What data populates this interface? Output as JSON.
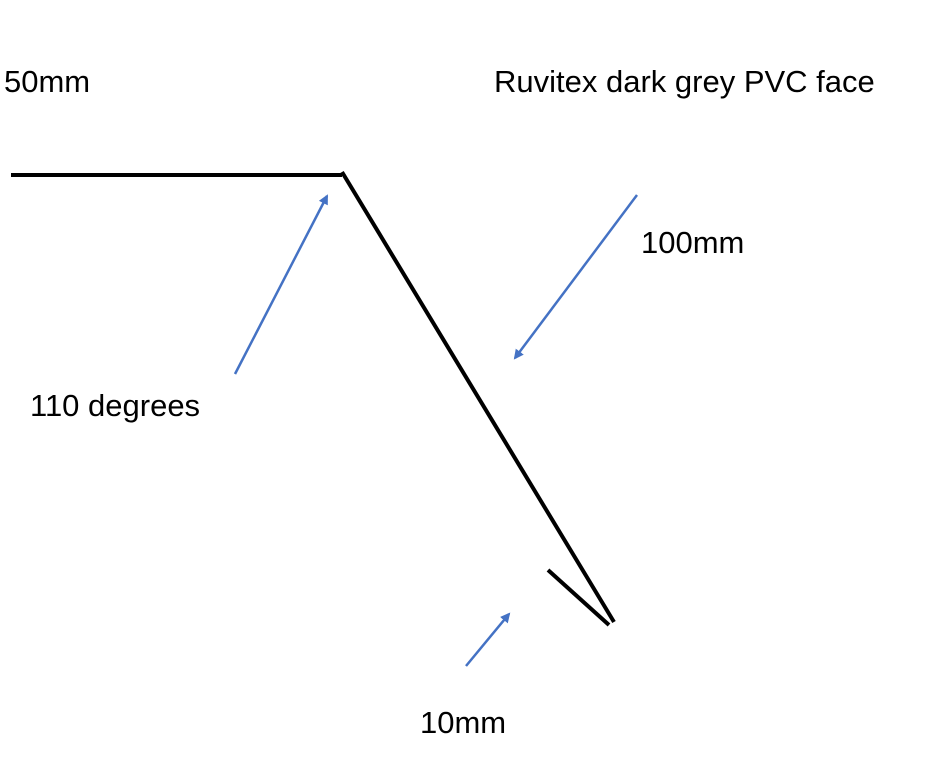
{
  "labels": {
    "top_length": "50mm",
    "material": "Ruvitex dark grey PVC face",
    "slope_length": "100mm",
    "angle": "110 degrees",
    "hem_length": "10mm"
  },
  "colors": {
    "profile": "#000000",
    "arrow": "#4472C4",
    "text": "#000000"
  }
}
